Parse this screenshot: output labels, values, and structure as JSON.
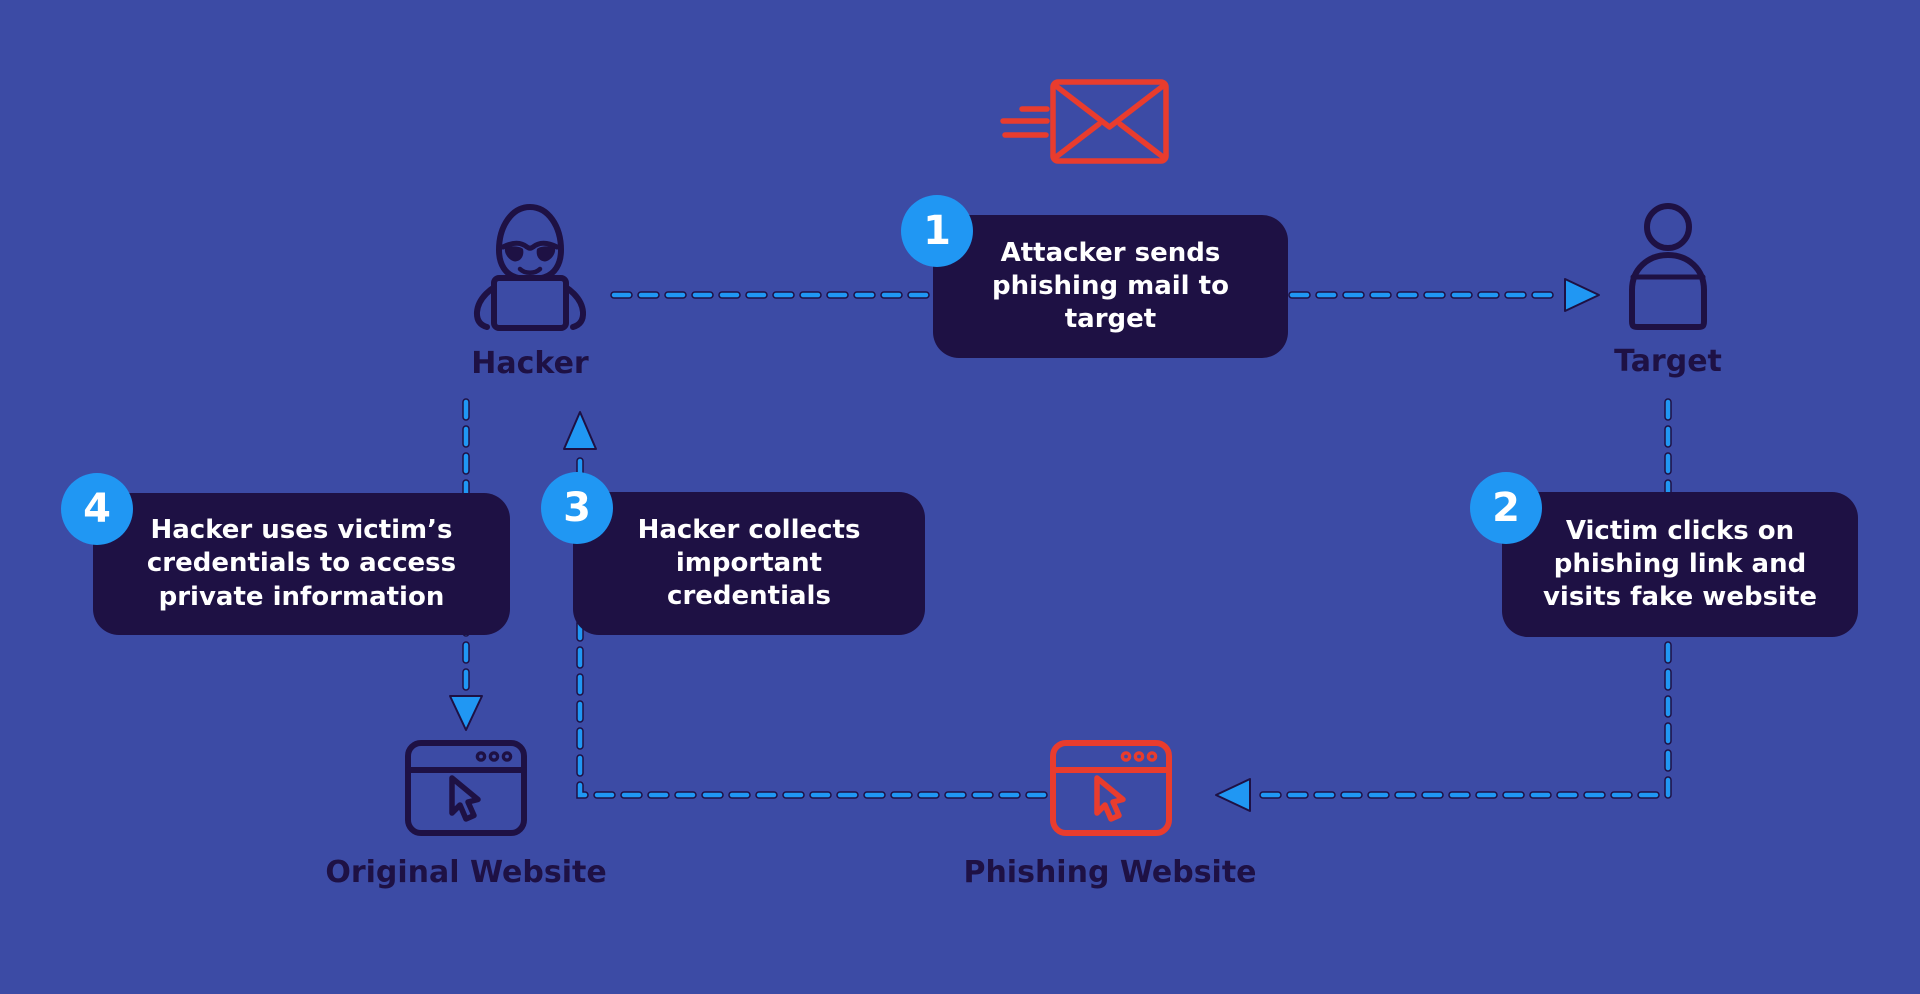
{
  "diagram": {
    "type": "flow-diagram",
    "topic": "phishing attack lifecycle"
  },
  "colors": {
    "background": "#3c4ba5",
    "panel_navy": "#1e1144",
    "accent_blue": "#2097f3",
    "accent_red": "#e93c2d",
    "text_light": "#ffffff"
  },
  "actors": {
    "hacker": {
      "label": "Hacker",
      "icon": "hacker-hooded-laptop-icon"
    },
    "target": {
      "label": "Target",
      "icon": "person-icon"
    },
    "original_website": {
      "label": "Original Website",
      "icon": "browser-cursor-icon"
    },
    "phishing_website": {
      "label": "Phishing Website",
      "icon": "browser-cursor-icon-red"
    },
    "email": {
      "icon": "mail-sent-icon"
    }
  },
  "steps": [
    {
      "number": "1",
      "text": "Attacker sends phishing mail to target"
    },
    {
      "number": "2",
      "text": "Victim clicks on phishing link and visits fake website"
    },
    {
      "number": "3",
      "text": "Hacker collects important credentials"
    },
    {
      "number": "4",
      "text": "Hacker uses victim’s credentials to access private information"
    }
  ],
  "connectors": [
    {
      "from": "hacker",
      "to": "target",
      "step": "1"
    },
    {
      "from": "target",
      "to": "phishing_website",
      "step": "2"
    },
    {
      "from": "phishing_website",
      "to": "hacker",
      "step": "3"
    },
    {
      "from": "hacker",
      "to": "original_website",
      "step": "4"
    }
  ]
}
